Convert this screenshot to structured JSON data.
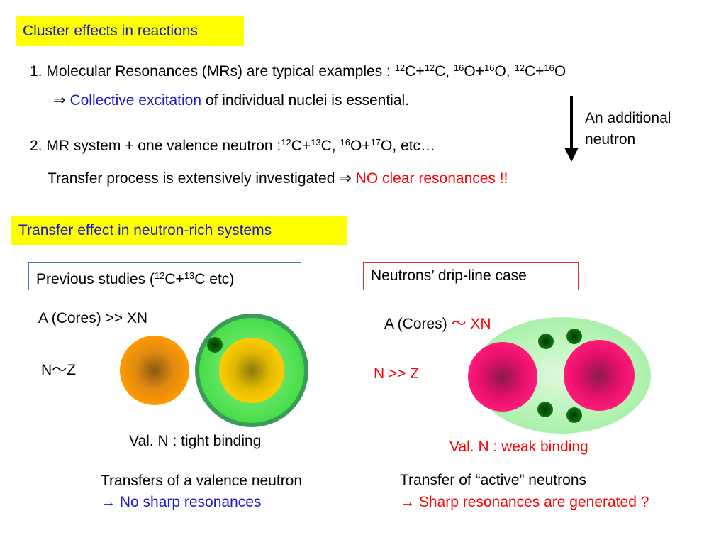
{
  "section1": {
    "title": "Cluster effects in reactions",
    "item1": {
      "prefix": "1. Molecular Resonances (MRs) are typical examples : ",
      "parts": [
        {
          "sup": "12",
          "text": "C+"
        },
        {
          "sup": "12",
          "text": "C, "
        },
        {
          "sup": "16",
          "text": "O+"
        },
        {
          "sup": "16",
          "text": "O, "
        },
        {
          "sup": "12",
          "text": "C+"
        },
        {
          "sup": "16",
          "text": "O"
        }
      ]
    },
    "implication": {
      "arrow": "⇒ ",
      "highlight": "Collective excitation",
      "rest": " of individual nuclei is essential."
    },
    "item2": {
      "prefix": "2. MR system + one valence neutron :",
      "parts": [
        {
          "sup": "12",
          "text": "C+"
        },
        {
          "sup": "13",
          "text": "C, "
        },
        {
          "sup": "16",
          "text": "O+"
        },
        {
          "sup": "17",
          "text": "O, etc…"
        }
      ]
    },
    "transfer": {
      "text": "Transfer process is extensively investigated ⇒ ",
      "highlight": "NO clear resonances !!"
    },
    "note": {
      "line1": "An additional",
      "line2": "neutron"
    }
  },
  "section2": {
    "title": "Transfer effect in neutron-rich systems",
    "left": {
      "box_prefix": "Previous studies (",
      "box_parts": [
        {
          "sup": "12",
          "text": "C+"
        },
        {
          "sup": "13",
          "text": "C etc)"
        }
      ],
      "cores": "A (Cores) >> XN",
      "nz": "N〜Z",
      "binding": "Val. N  : tight binding",
      "summary1": "Transfers of a valence neutron",
      "summary2": "→ No sharp resonances"
    },
    "right": {
      "box": "Neutrons’ drip-line case",
      "cores_prefix": "A (Cores) ",
      "cores_suffix": "〜 XN",
      "nz": "N >> Z",
      "binding": "Val. N : weak binding",
      "summary1": "Transfer of “active” neutrons",
      "summary2": "→ Sharp resonances are generated ?"
    }
  },
  "colors": {
    "header_bg": "#ffff00",
    "header_text": "#1a1acc",
    "blue": "#1a1acc",
    "red": "#ff0000",
    "left_box_border": "#3b78c8",
    "right_box_border": "#e03030"
  }
}
